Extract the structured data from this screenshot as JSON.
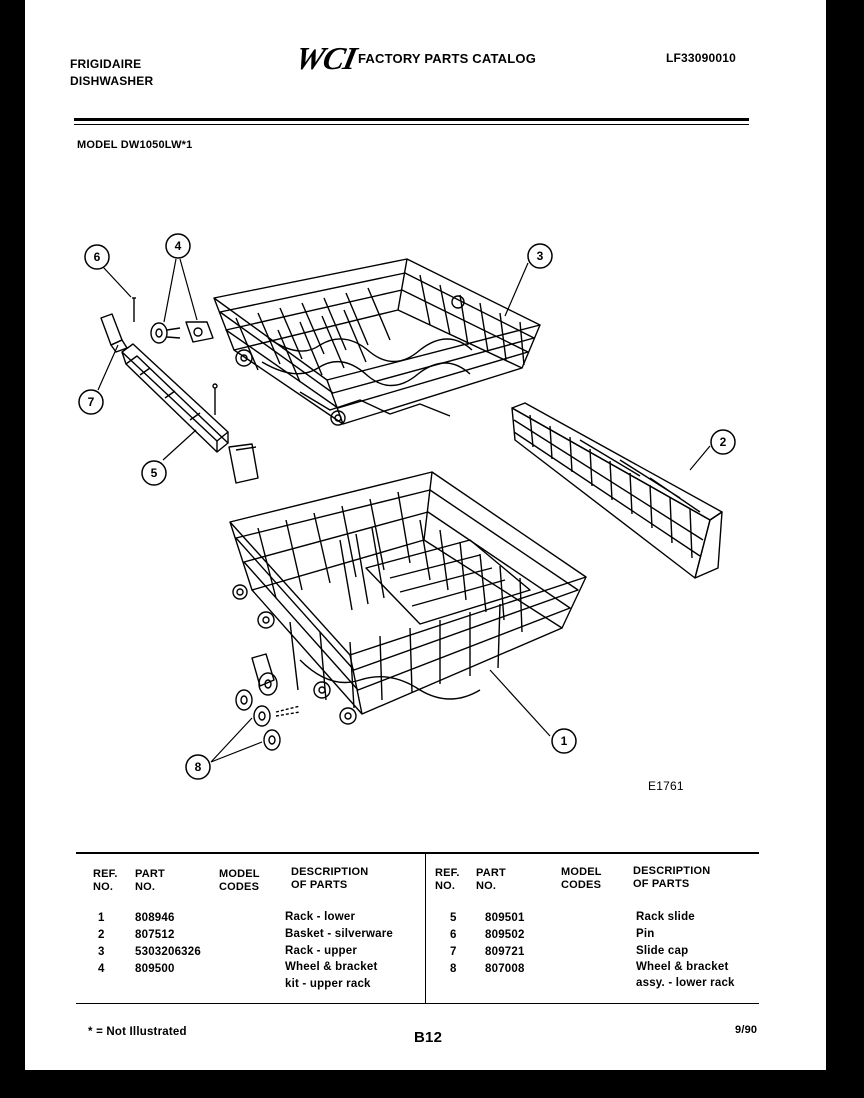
{
  "header": {
    "brand": "FRIGIDAIRE",
    "product": "DISHWASHER",
    "logo": "WCI",
    "catalog_title": "FACTORY PARTS CATALOG",
    "catalog_number": "LF33090010",
    "model": "MODEL DW1050LW*1"
  },
  "diagram": {
    "figure_id": "E1761",
    "callouts": [
      "1",
      "2",
      "3",
      "4",
      "5",
      "6",
      "7",
      "8"
    ]
  },
  "parts_table": {
    "columns": [
      [
        "REF.",
        "NO."
      ],
      [
        "PART",
        "NO."
      ],
      [
        "MODEL",
        "CODES"
      ],
      [
        "DESCRIPTION",
        "OF PARTS"
      ]
    ],
    "left_rows": [
      {
        "ref": "1",
        "part": "808946",
        "codes": "",
        "desc": [
          "Rack - lower"
        ]
      },
      {
        "ref": "2",
        "part": "807512",
        "codes": "",
        "desc": [
          "Basket - silverware"
        ]
      },
      {
        "ref": "3",
        "part": "5303206326",
        "codes": "",
        "desc": [
          "Rack - upper"
        ]
      },
      {
        "ref": "4",
        "part": "809500",
        "codes": "",
        "desc": [
          "Wheel & bracket",
          "kit - upper rack"
        ]
      }
    ],
    "right_rows": [
      {
        "ref": "5",
        "part": "809501",
        "codes": "",
        "desc": [
          "Rack slide"
        ]
      },
      {
        "ref": "6",
        "part": "809502",
        "codes": "",
        "desc": [
          "Pin"
        ]
      },
      {
        "ref": "7",
        "part": "809721",
        "codes": "",
        "desc": [
          "Slide cap"
        ]
      },
      {
        "ref": "8",
        "part": "807008",
        "codes": "",
        "desc": [
          "Wheel & bracket",
          "assy. - lower rack"
        ]
      }
    ]
  },
  "footer": {
    "note": "* = Not Illustrated",
    "page": "B12",
    "date": "9/90"
  }
}
